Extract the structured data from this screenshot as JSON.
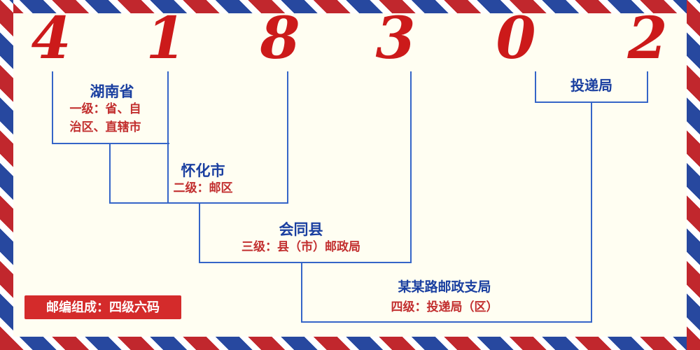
{
  "digits": [
    "4",
    "1",
    "8",
    "3",
    "0",
    "2"
  ],
  "levels": [
    {
      "name": "湖南省",
      "desc": [
        "一级：省、自",
        "治区、直辖市"
      ]
    },
    {
      "name": "怀化市",
      "desc": [
        "二级：邮区"
      ]
    },
    {
      "name": "会同县",
      "desc": [
        "三级：县（市）邮政局"
      ]
    },
    {
      "name": "某某路邮政支局",
      "desc": [
        "四级：投递局（区）"
      ]
    },
    {
      "name": "投递局",
      "desc": []
    }
  ],
  "badge": "邮编组成：四级六码",
  "colors": {
    "digit_red": "#cc1a1a",
    "label_blue": "#1a3fa0",
    "desc_red": "#c22f2f",
    "line_blue": "#3565c8",
    "badge_bg": "#d42b2b",
    "border_red": "#c1272d",
    "border_blue": "#27489f",
    "background": "#fffef2"
  }
}
